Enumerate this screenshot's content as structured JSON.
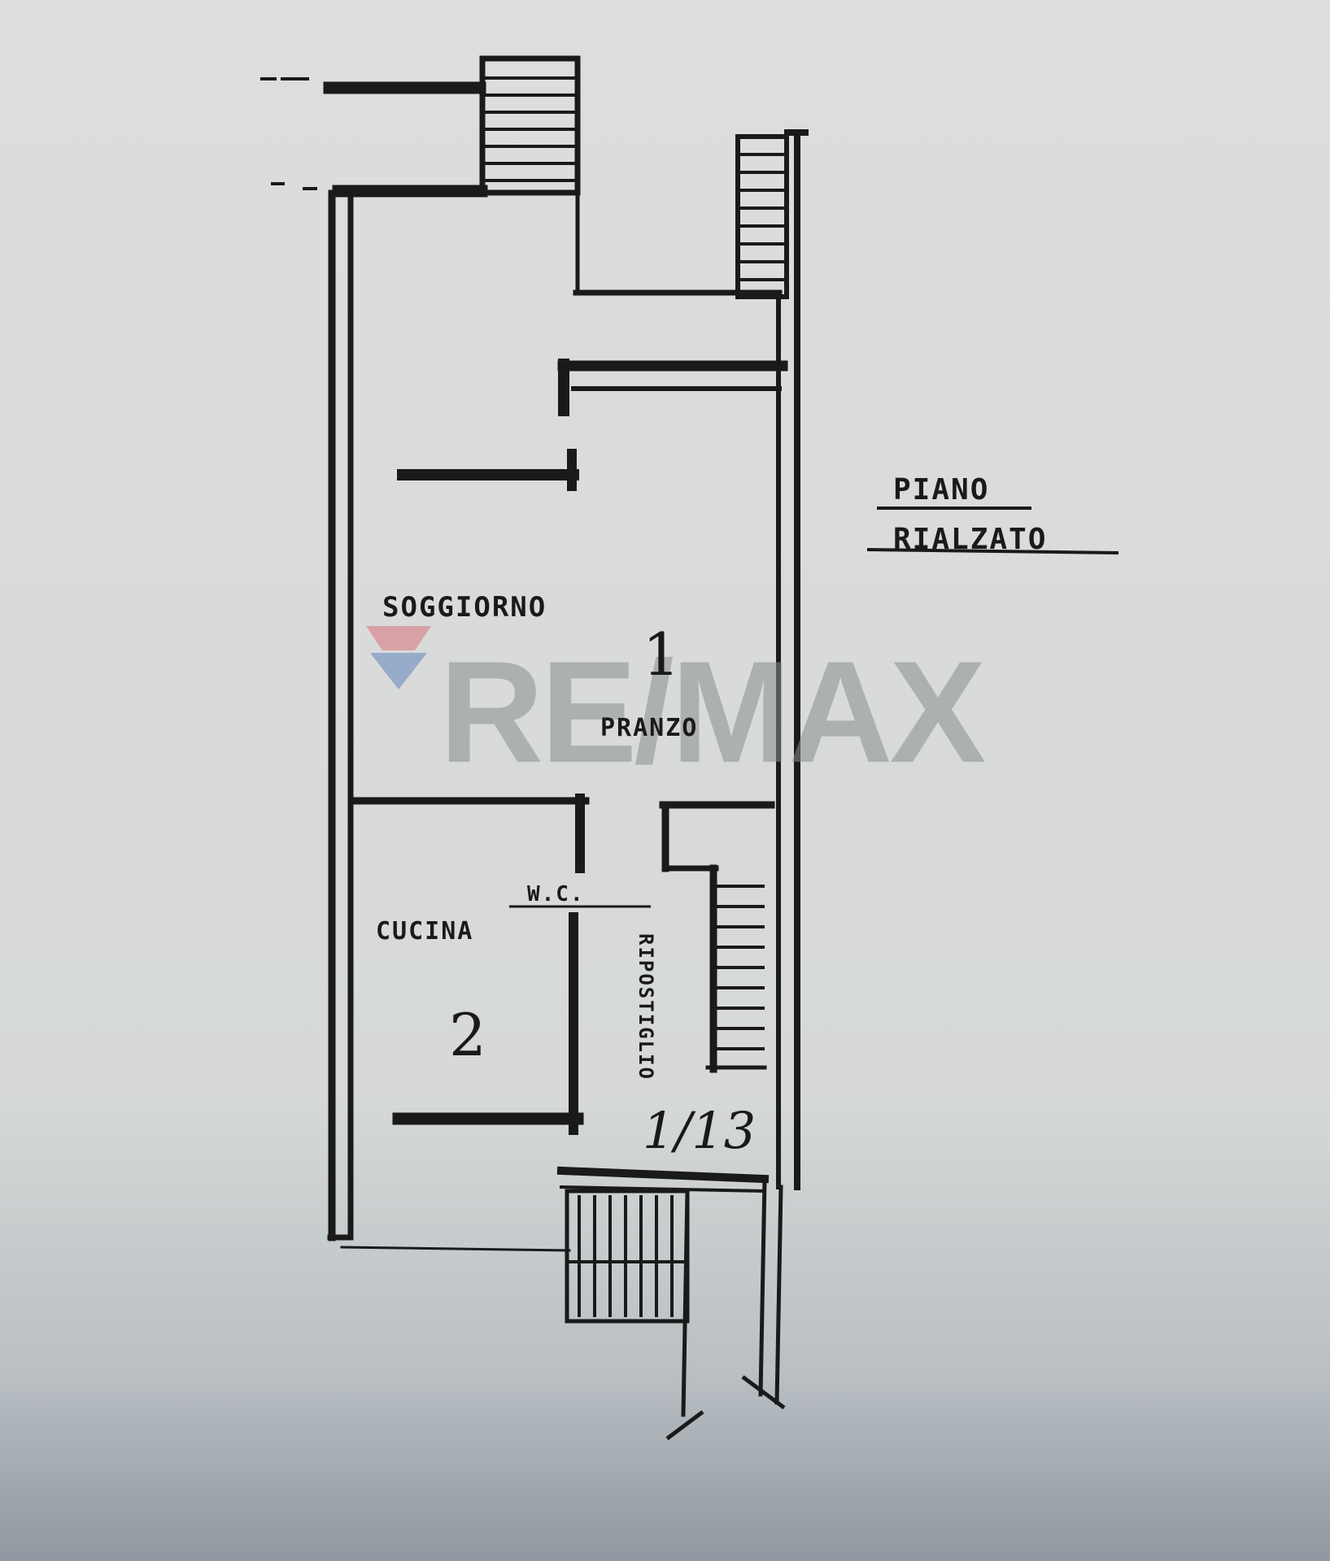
{
  "title": {
    "line1": "PIANO",
    "line2": "RIALZATO"
  },
  "rooms": [
    {
      "label": "SOGGIORNO",
      "number": "1"
    },
    {
      "label": "PRANZO"
    },
    {
      "label": "CUCINA",
      "number": "2"
    },
    {
      "label": "W.C."
    },
    {
      "label": "RIPOSTIGLIO"
    }
  ],
  "reference": "1/13",
  "watermark": {
    "text": "RE/MAX",
    "brand_colors": [
      "#dc1c2e",
      "#003da5"
    ]
  },
  "colors": {
    "paper": "#dcdedd",
    "ink": "#1a1a1a"
  }
}
